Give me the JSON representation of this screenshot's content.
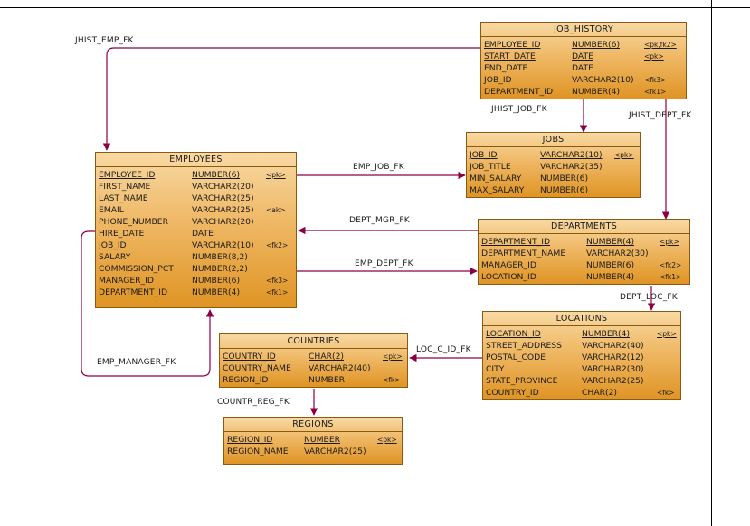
{
  "colors": {
    "link": "#8b0045",
    "table_border": "#8a5a14"
  },
  "tables": {
    "job_history": {
      "title": "JOB_HISTORY",
      "rows": [
        {
          "name": "EMPLOYEE_ID",
          "type": "NUMBER(6)",
          "key": "<pk,fk2>",
          "pk": true
        },
        {
          "name": "START_DATE",
          "type": "DATE",
          "key": "<pk>",
          "pk": true
        },
        {
          "name": "END_DATE",
          "type": "DATE",
          "key": "",
          "pk": false
        },
        {
          "name": "JOB_ID",
          "type": "VARCHAR2(10)",
          "key": "<fk3>",
          "pk": false
        },
        {
          "name": "DEPARTMENT_ID",
          "type": "NUMBER(4)",
          "key": "<fk1>",
          "pk": false
        }
      ]
    },
    "employees": {
      "title": "EMPLOYEES",
      "rows": [
        {
          "name": "EMPLOYEE_ID",
          "type": "NUMBER(6)",
          "key": "<pk>",
          "pk": true
        },
        {
          "name": "FIRST_NAME",
          "type": "VARCHAR2(20)",
          "key": "",
          "pk": false
        },
        {
          "name": "LAST_NAME",
          "type": "VARCHAR2(25)",
          "key": "",
          "pk": false
        },
        {
          "name": "EMAIL",
          "type": "VARCHAR2(25)",
          "key": "<ak>",
          "pk": false
        },
        {
          "name": "PHONE_NUMBER",
          "type": "VARCHAR2(20)",
          "key": "",
          "pk": false
        },
        {
          "name": "HIRE_DATE",
          "type": "DATE",
          "key": "",
          "pk": false
        },
        {
          "name": "JOB_ID",
          "type": "VARCHAR2(10)",
          "key": "<fk2>",
          "pk": false
        },
        {
          "name": "SALARY",
          "type": "NUMBER(8,2)",
          "key": "",
          "pk": false
        },
        {
          "name": "COMMISSION_PCT",
          "type": "NUMBER(2,2)",
          "key": "",
          "pk": false
        },
        {
          "name": "MANAGER_ID",
          "type": "NUMBER(6)",
          "key": "<fk3>",
          "pk": false
        },
        {
          "name": "DEPARTMENT_ID",
          "type": "NUMBER(4)",
          "key": "<fk1>",
          "pk": false
        }
      ]
    },
    "jobs": {
      "title": "JOBS",
      "rows": [
        {
          "name": "JOB_ID",
          "type": "VARCHAR2(10)",
          "key": "<pk>",
          "pk": true
        },
        {
          "name": "JOB_TITLE",
          "type": "VARCHAR2(35)",
          "key": "",
          "pk": false
        },
        {
          "name": "MIN_SALARY",
          "type": "NUMBER(6)",
          "key": "",
          "pk": false
        },
        {
          "name": "MAX_SALARY",
          "type": "NUMBER(6)",
          "key": "",
          "pk": false
        }
      ]
    },
    "departments": {
      "title": "DEPARTMENTS",
      "rows": [
        {
          "name": "DEPARTMENT_ID",
          "type": "NUMBER(4)",
          "key": "<pk>",
          "pk": true
        },
        {
          "name": "DEPARTMENT_NAME",
          "type": "VARCHAR2(30)",
          "key": "",
          "pk": false
        },
        {
          "name": "MANAGER_ID",
          "type": "NUMBER(6)",
          "key": "<fk2>",
          "pk": false
        },
        {
          "name": "LOCATION_ID",
          "type": "NUMBER(4)",
          "key": "<fk1>",
          "pk": false
        }
      ]
    },
    "locations": {
      "title": "LOCATIONS",
      "rows": [
        {
          "name": "LOCATION_ID",
          "type": "NUMBER(4)",
          "key": "<pk>",
          "pk": true
        },
        {
          "name": "STREET_ADDRESS",
          "type": "VARCHAR2(40)",
          "key": "",
          "pk": false
        },
        {
          "name": "POSTAL_CODE",
          "type": "VARCHAR2(12)",
          "key": "",
          "pk": false
        },
        {
          "name": "CITY",
          "type": "VARCHAR2(30)",
          "key": "",
          "pk": false
        },
        {
          "name": "STATE_PROVINCE",
          "type": "VARCHAR2(25)",
          "key": "",
          "pk": false
        },
        {
          "name": "COUNTRY_ID",
          "type": "CHAR(2)",
          "key": "<fk>",
          "pk": false
        }
      ]
    },
    "countries": {
      "title": "COUNTRIES",
      "rows": [
        {
          "name": "COUNTRY_ID",
          "type": "CHAR(2)",
          "key": "<pk>",
          "pk": true
        },
        {
          "name": "COUNTRY_NAME",
          "type": "VARCHAR2(40)",
          "key": "",
          "pk": false
        },
        {
          "name": "REGION_ID",
          "type": "NUMBER",
          "key": "<fk>",
          "pk": false
        }
      ]
    },
    "regions": {
      "title": "REGIONS",
      "rows": [
        {
          "name": "REGION_ID",
          "type": "NUMBER",
          "key": "<pk>",
          "pk": true
        },
        {
          "name": "REGION_NAME",
          "type": "VARCHAR2(25)",
          "key": "",
          "pk": false
        }
      ]
    }
  },
  "relationships": {
    "jhist_emp_fk": "JHIST_EMP_FK",
    "jhist_job_fk": "JHIST_JOB_FK",
    "jhist_dept_fk": "JHIST_DEPT_FK",
    "emp_job_fk": "EMP_JOB_FK",
    "dept_mgr_fk": "DEPT_MGR_FK",
    "emp_dept_fk": "EMP_DEPT_FK",
    "dept_loc_fk": "DEPT_LOC_FK",
    "loc_c_id_fk": "LOC_C_ID_FK",
    "emp_manager_fk": "EMP_MANAGER_FK",
    "countr_reg_fk": "COUNTR_REG_FK"
  }
}
